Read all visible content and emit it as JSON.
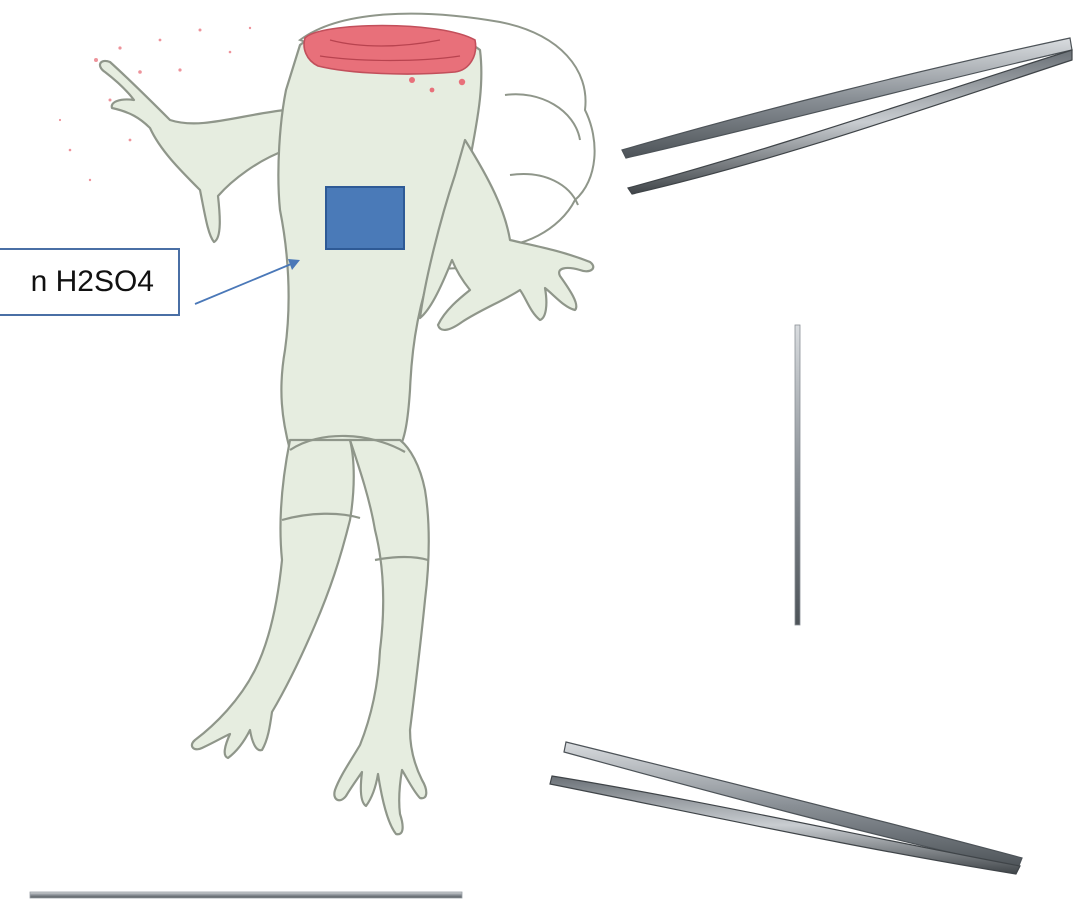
{
  "callout": {
    "label": "n H2SO4"
  },
  "colors": {
    "frog_skin": "#e6ede0",
    "frog_outline": "#8f968a",
    "brain_exposed": "#e8707a",
    "acid_patch": "#4a7ab8",
    "callout_border": "#4a6fa5",
    "arrow": "#4a78b8",
    "steel": "#9aa0a6"
  },
  "icons": {
    "frog": "pithed-frog-illustration",
    "patch": "acid-soaked-paper-square",
    "tool_top": "forceps-icon",
    "tool_middle": "needle-icon",
    "tool_bottom": "forceps-icon",
    "tool_base": "rod-icon"
  }
}
